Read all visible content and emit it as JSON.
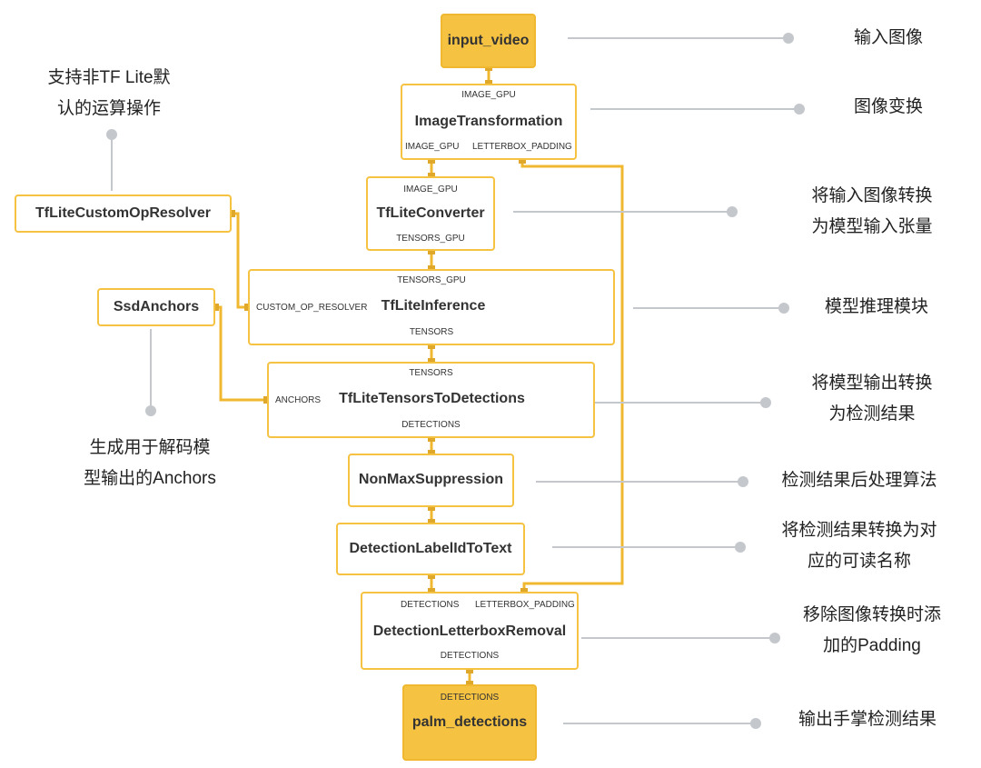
{
  "colors": {
    "accent": "#f5c242",
    "accent_line": "#f0b830",
    "callout_line": "#c4c7cc",
    "callout_dot": "#c4c7cc"
  },
  "nodes": {
    "input_video": {
      "title": "input_video"
    },
    "image_transformation": {
      "title": "ImageTransformation",
      "in_port": "IMAGE_GPU",
      "out_port_1": "IMAGE_GPU",
      "out_port_2": "LETTERBOX_PADDING"
    },
    "tflite_converter": {
      "title": "TfLiteConverter",
      "in_port": "IMAGE_GPU",
      "out_port": "TENSORS_GPU"
    },
    "custom_op_resolver": {
      "title": "TfLiteCustomOpResolver"
    },
    "tflite_inference": {
      "title": "TfLiteInference",
      "in_port": "TENSORS_GPU",
      "side_port": "CUSTOM_OP_RESOLVER",
      "out_port": "TENSORS"
    },
    "ssd_anchors": {
      "title": "SsdAnchors"
    },
    "tensors_to_detections": {
      "title": "TfLiteTensorsToDetections",
      "in_port": "TENSORS",
      "side_port": "ANCHORS",
      "out_port": "DETECTIONS"
    },
    "non_max_suppression": {
      "title": "NonMaxSuppression"
    },
    "label_id_to_text": {
      "title": "DetectionLabelIdToText"
    },
    "letterbox_removal": {
      "title": "DetectionLetterboxRemoval",
      "in_port_1": "DETECTIONS",
      "in_port_2": "LETTERBOX_PADDING",
      "out_port": "DETECTIONS"
    },
    "palm_detections": {
      "title": "palm_detections",
      "in_port": "DETECTIONS"
    }
  },
  "annotations": {
    "input_image": "输入图像",
    "image_transform": "图像变换",
    "to_tensor_line1": "将输入图像转换",
    "to_tensor_line2": "为模型输入张量",
    "inference": "模型推理模块",
    "to_detections_line1": "将模型输出转换",
    "to_detections_line2": "为检测结果",
    "nms": "检测结果后处理算法",
    "label_line1": "将检测结果转换为对",
    "label_line2": "应的可读名称",
    "letterbox_line1": "移除图像转换时添",
    "letterbox_line2": "加的Padding",
    "output": "输出手掌检测结果",
    "custom_op_line1": "支持非TF Lite默",
    "custom_op_line2": "认的运算操作",
    "anchors_line1": "生成用于解码模",
    "anchors_line2": "型输出的Anchors"
  }
}
